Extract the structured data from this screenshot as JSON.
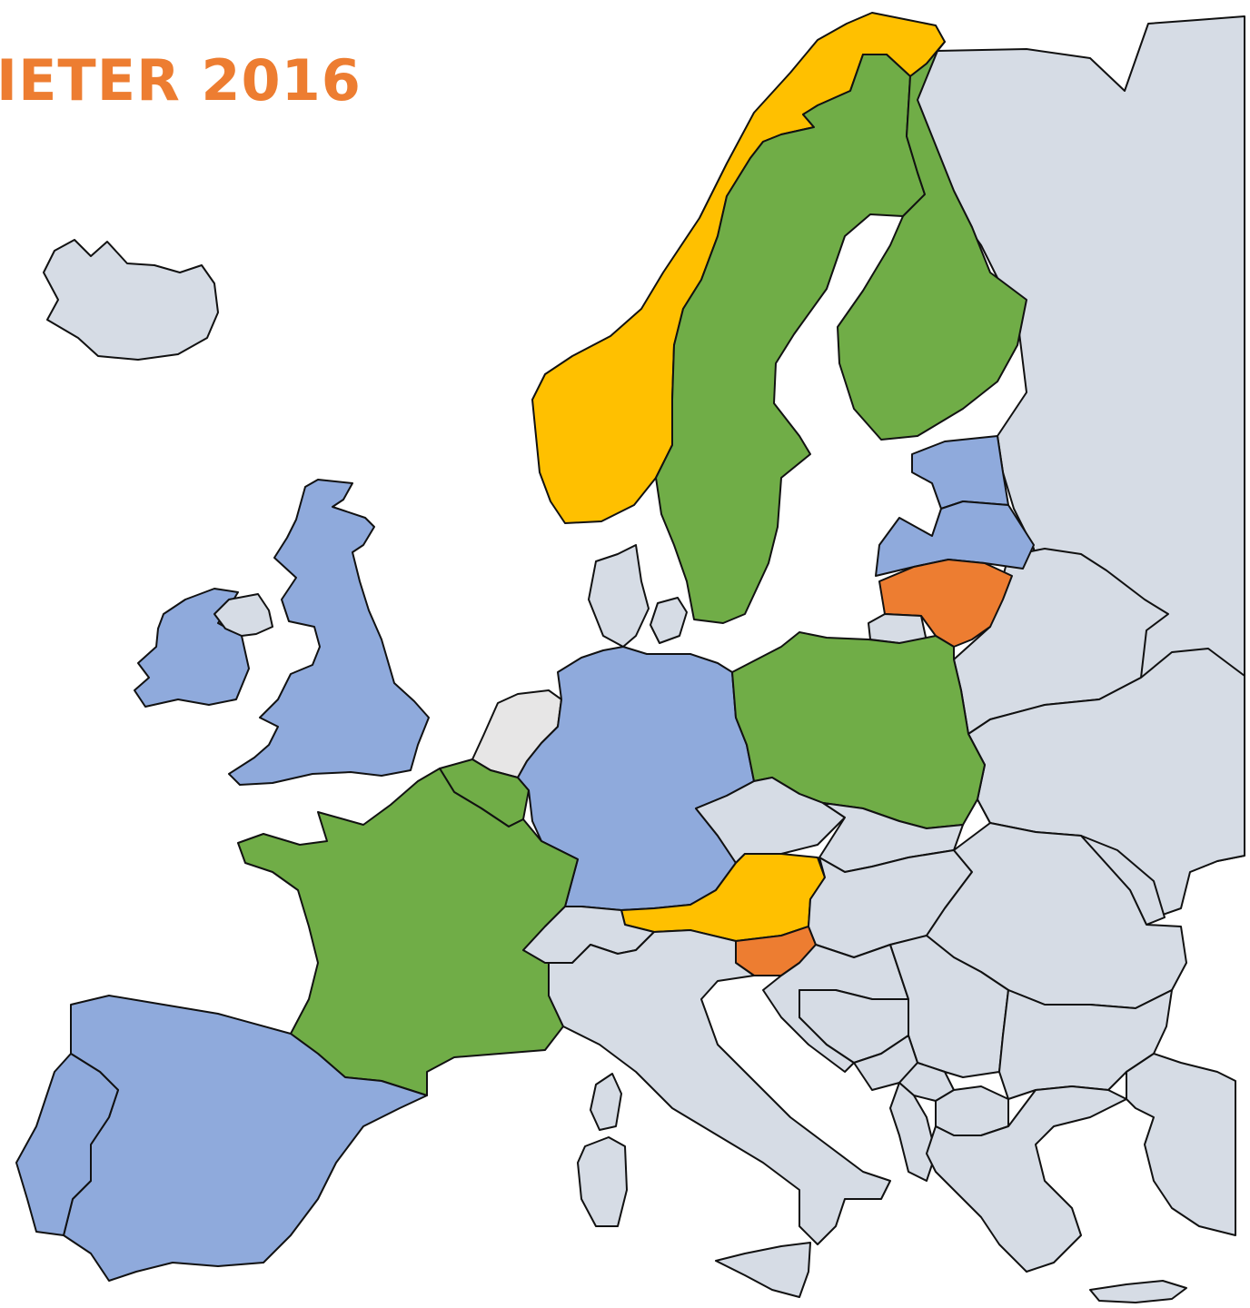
{
  "title": "IETER 2016",
  "colors": {
    "title": "#ED7D31",
    "sea": "#FFFFFF",
    "outline": "#111111",
    "category_green": "#70AD47",
    "category_yellow": "#FFC000",
    "category_blue": "#8FAADC",
    "category_orange": "#ED7D31",
    "no_data": "#D6DCE5",
    "light_gray": "#E7E6E6"
  },
  "countries": [
    {
      "name": "iceland",
      "fill": "no_data"
    },
    {
      "name": "norway",
      "fill": "category_yellow"
    },
    {
      "name": "sweden",
      "fill": "category_green"
    },
    {
      "name": "finland",
      "fill": "category_green"
    },
    {
      "name": "russia",
      "fill": "no_data"
    },
    {
      "name": "estonia",
      "fill": "category_blue"
    },
    {
      "name": "latvia",
      "fill": "category_blue"
    },
    {
      "name": "lithuania",
      "fill": "category_orange"
    },
    {
      "name": "kaliningrad",
      "fill": "no_data"
    },
    {
      "name": "belarus",
      "fill": "no_data"
    },
    {
      "name": "ukraine",
      "fill": "no_data"
    },
    {
      "name": "moldova",
      "fill": "no_data"
    },
    {
      "name": "ireland",
      "fill": "category_blue"
    },
    {
      "name": "northern-ireland",
      "fill": "no_data"
    },
    {
      "name": "united-kingdom",
      "fill": "category_blue"
    },
    {
      "name": "denmark",
      "fill": "no_data"
    },
    {
      "name": "netherlands",
      "fill": "light_gray"
    },
    {
      "name": "belgium",
      "fill": "category_green"
    },
    {
      "name": "germany",
      "fill": "category_blue"
    },
    {
      "name": "poland",
      "fill": "category_green"
    },
    {
      "name": "czechia",
      "fill": "no_data"
    },
    {
      "name": "slovakia",
      "fill": "no_data"
    },
    {
      "name": "austria",
      "fill": "category_yellow"
    },
    {
      "name": "slovenia",
      "fill": "category_orange"
    },
    {
      "name": "hungary",
      "fill": "no_data"
    },
    {
      "name": "romania",
      "fill": "no_data"
    },
    {
      "name": "france",
      "fill": "category_green"
    },
    {
      "name": "switzerland",
      "fill": "no_data"
    },
    {
      "name": "italy",
      "fill": "no_data"
    },
    {
      "name": "sardinia",
      "fill": "no_data"
    },
    {
      "name": "corsica",
      "fill": "no_data"
    },
    {
      "name": "sicily",
      "fill": "no_data"
    },
    {
      "name": "croatia",
      "fill": "no_data"
    },
    {
      "name": "bosnia",
      "fill": "no_data"
    },
    {
      "name": "serbia",
      "fill": "no_data"
    },
    {
      "name": "montenegro",
      "fill": "no_data"
    },
    {
      "name": "albania",
      "fill": "no_data"
    },
    {
      "name": "north-macedonia",
      "fill": "no_data"
    },
    {
      "name": "kosovo",
      "fill": "no_data"
    },
    {
      "name": "bulgaria",
      "fill": "no_data"
    },
    {
      "name": "greece",
      "fill": "no_data"
    },
    {
      "name": "turkey",
      "fill": "no_data"
    },
    {
      "name": "crete",
      "fill": "no_data"
    },
    {
      "name": "spain",
      "fill": "category_blue"
    },
    {
      "name": "portugal",
      "fill": "category_blue"
    }
  ]
}
